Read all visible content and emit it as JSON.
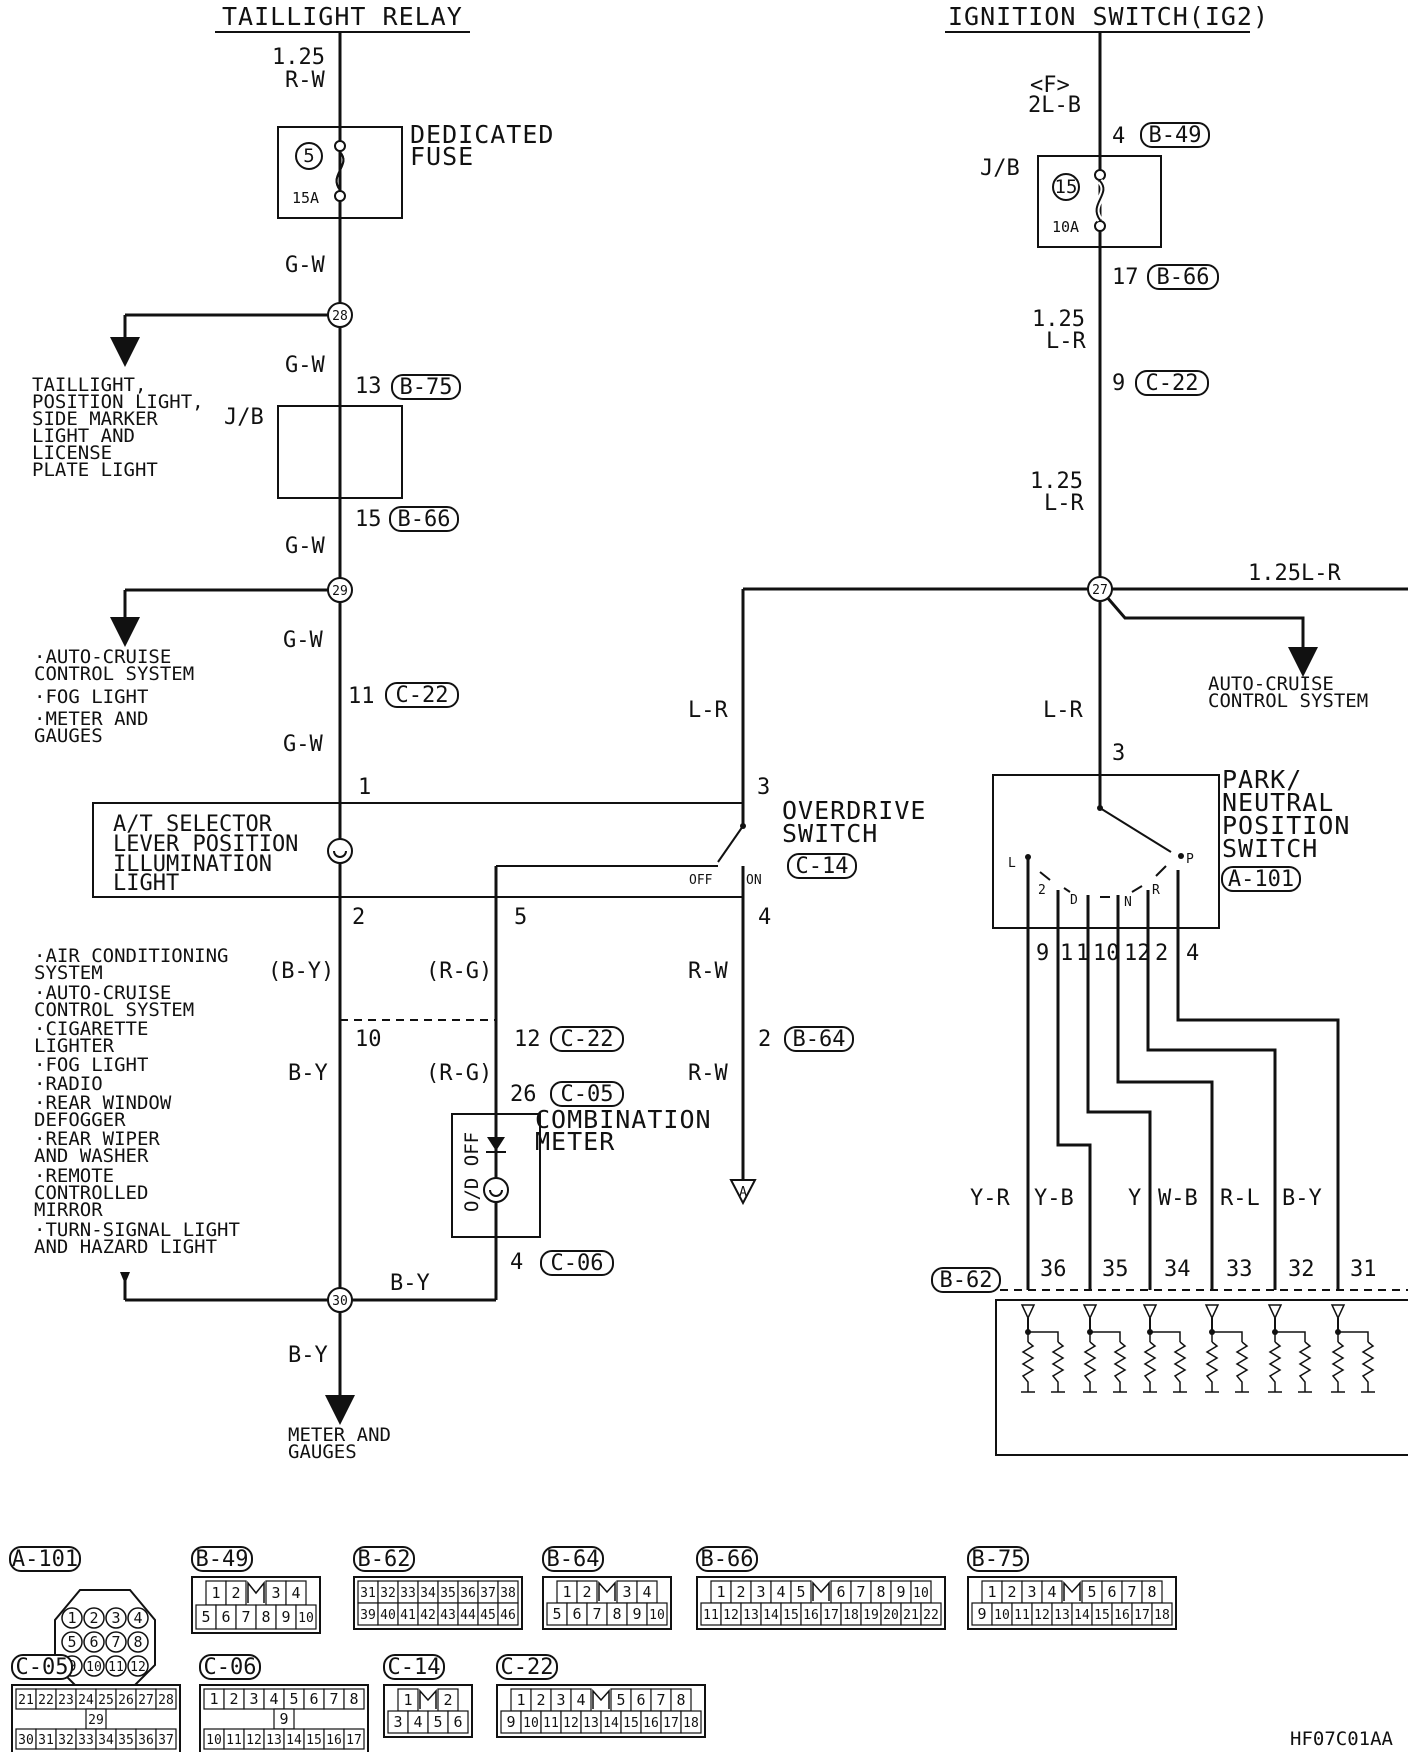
{
  "titles": {
    "left": "TAILLIGHT RELAY",
    "right": "IGNITION SWITCH(IG2)"
  },
  "left_branch": {
    "wire_top": [
      "1.25",
      "R-W"
    ],
    "fuse_no": "5",
    "fuse_amp": "15A",
    "fuse_label": [
      "DEDICATED",
      "FUSE"
    ],
    "wire_gw": "G-W",
    "junction_28": "28",
    "junction_29": "29",
    "junction_30": "30",
    "jb_label": "J/B",
    "pin_13": "13",
    "conn_b75": "B-75",
    "pin_15": "15",
    "conn_b66": "B-66",
    "pin_11": "11",
    "conn_c22": "C-22",
    "out_28": [
      "TAILLIGHT,",
      "POSITION LIGHT,",
      "SIDE MARKER",
      "LIGHT AND",
      "LICENSE",
      "PLATE LIGHT"
    ],
    "out_29": [
      "·AUTO-CRUISE",
      " CONTROL SYSTEM",
      "·FOG LIGHT",
      "·METER AND",
      " GAUGES"
    ],
    "out_30": [
      "·AIR CONDITIONING",
      " SYSTEM",
      "·AUTO-CRUISE",
      " CONTROL SYSTEM",
      "·CIGARETTE",
      " LIGHTER",
      "·FOG LIGHT",
      "·RADIO",
      "·REAR WINDOW",
      " DEFOGGER",
      "·REAR WIPER",
      " AND WASHER",
      "·REMOTE",
      " CONTROLLED",
      " MIRROR",
      "·TURN-SIGNAL LIGHT",
      " AND HAZARD LIGHT"
    ],
    "bottom_out": [
      "METER AND",
      "GAUGES"
    ]
  },
  "selector": {
    "label": [
      "A/T SELECTOR",
      "LEVER POSITION",
      "ILLUMINATION",
      "LIGHT"
    ],
    "pin_1": "1",
    "pin_2": "2",
    "pin_3": "3",
    "pin_4": "4",
    "pin_5": "5",
    "od_label": [
      "OVERDRIVE",
      "SWITCH"
    ],
    "od_conn": "C-14",
    "off": "OFF",
    "on": "ON"
  },
  "lower": {
    "wire_by_p": "(B-Y)",
    "wire_rg_p": "(R-G)",
    "wire_rw": "R-W",
    "pin_10": "10",
    "pin_12": "12",
    "conn_c22": "C-22",
    "wire_by": "B-Y",
    "wire_rg": "(R-G)",
    "pin_26": "26",
    "conn_c05": "C-05",
    "meter_label": [
      "COMBINATION",
      "METER"
    ],
    "od_off": "O/D OFF",
    "pin_4": "4",
    "conn_c06": "C-06",
    "pin_2": "2",
    "conn_b64": "B-64",
    "ground": "A",
    "wire_by_h": "B-Y",
    "wire_by_b": "B-Y"
  },
  "right_branch": {
    "fwire": [
      "<F>",
      "2L-B"
    ],
    "pin_4": "4",
    "conn_b49": "B-49",
    "jb": "J/B",
    "fuse_no": "15",
    "fuse_amp": "10A",
    "pin_17": "17",
    "conn_b66": "B-66",
    "wire_lr125": [
      "1.25",
      "L-R"
    ],
    "pin_9": "9",
    "conn_c22": "C-22",
    "junction_27": "27",
    "wire_right": "1.25L-R",
    "auto_cruise": [
      "AUTO-CRUISE",
      "CONTROL SYSTEM"
    ],
    "wire_lr": "L-R",
    "pin_3": "3",
    "pn_label": [
      "PARK/",
      "NEUTRAL",
      "POSITION",
      "SWITCH"
    ],
    "pn_conn": "A-101",
    "positions": [
      "L",
      "2",
      "D",
      "N",
      "R",
      "P"
    ],
    "pins": [
      "9",
      "1",
      "1",
      "10",
      "12",
      "2",
      "4"
    ],
    "wires": [
      "Y-R",
      "Y-B",
      "Y",
      "W-B",
      "R-L",
      "B-Y"
    ],
    "ecu_conn": "B-62",
    "ecu_pins": [
      "36",
      "35",
      "34",
      "33",
      "32",
      "31"
    ]
  },
  "connectors": {
    "a101": {
      "name": "A-101",
      "rows": [
        [
          "1",
          "2",
          "3",
          "4"
        ],
        [
          "5",
          "6",
          "7",
          "8"
        ],
        [
          "9",
          "10",
          "11",
          "12"
        ]
      ]
    },
    "b49": {
      "name": "B-49",
      "rows": [
        [
          "1",
          "2",
          "",
          "3",
          "4"
        ],
        [
          "5",
          "6",
          "7",
          "8",
          "9",
          "10"
        ]
      ]
    },
    "b62": {
      "name": "B-62",
      "rows": [
        [
          "31",
          "32",
          "33",
          "34",
          "35",
          "36",
          "37",
          "38"
        ],
        [
          "39",
          "40",
          "41",
          "42",
          "43",
          "44",
          "45",
          "46"
        ]
      ]
    },
    "b64": {
      "name": "B-64",
      "rows": [
        [
          "1",
          "2",
          "",
          "3",
          "4"
        ],
        [
          "5",
          "6",
          "7",
          "8",
          "9",
          "10"
        ]
      ]
    },
    "b66": {
      "name": "B-66",
      "rows": [
        [
          "1",
          "2",
          "3",
          "4",
          "5",
          "",
          "6",
          "7",
          "8",
          "9",
          "10"
        ],
        [
          "11",
          "12",
          "13",
          "14",
          "15",
          "16",
          "17",
          "18",
          "19",
          "20",
          "21",
          "22"
        ]
      ]
    },
    "b75": {
      "name": "B-75",
      "rows": [
        [
          "1",
          "2",
          "3",
          "4",
          "",
          "5",
          "6",
          "7",
          "8"
        ],
        [
          "9",
          "10",
          "11",
          "12",
          "13",
          "14",
          "15",
          "16",
          "17",
          "18"
        ]
      ]
    },
    "c05": {
      "name": "C-05",
      "rows": [
        [
          "21",
          "22",
          "23",
          "24",
          "25",
          "26",
          "27",
          "28"
        ],
        [
          "29"
        ],
        [
          "30",
          "31",
          "32",
          "33",
          "34",
          "35",
          "36",
          "37"
        ]
      ]
    },
    "c06": {
      "name": "C-06",
      "rows": [
        [
          "1",
          "2",
          "3",
          "4",
          "5",
          "6",
          "7",
          "8"
        ],
        [
          "9"
        ],
        [
          "10",
          "11",
          "12",
          "13",
          "14",
          "15",
          "16",
          "17"
        ]
      ]
    },
    "c14": {
      "name": "C-14",
      "rows": [
        [
          "1",
          "",
          "2"
        ],
        [
          "3",
          "4",
          "5",
          "6"
        ]
      ]
    },
    "c22": {
      "name": "C-22",
      "rows": [
        [
          "1",
          "2",
          "3",
          "4",
          "",
          "5",
          "6",
          "7",
          "8"
        ],
        [
          "9",
          "10",
          "11",
          "12",
          "13",
          "14",
          "15",
          "16",
          "17",
          "18"
        ]
      ]
    }
  },
  "code": "HF07C01AA"
}
